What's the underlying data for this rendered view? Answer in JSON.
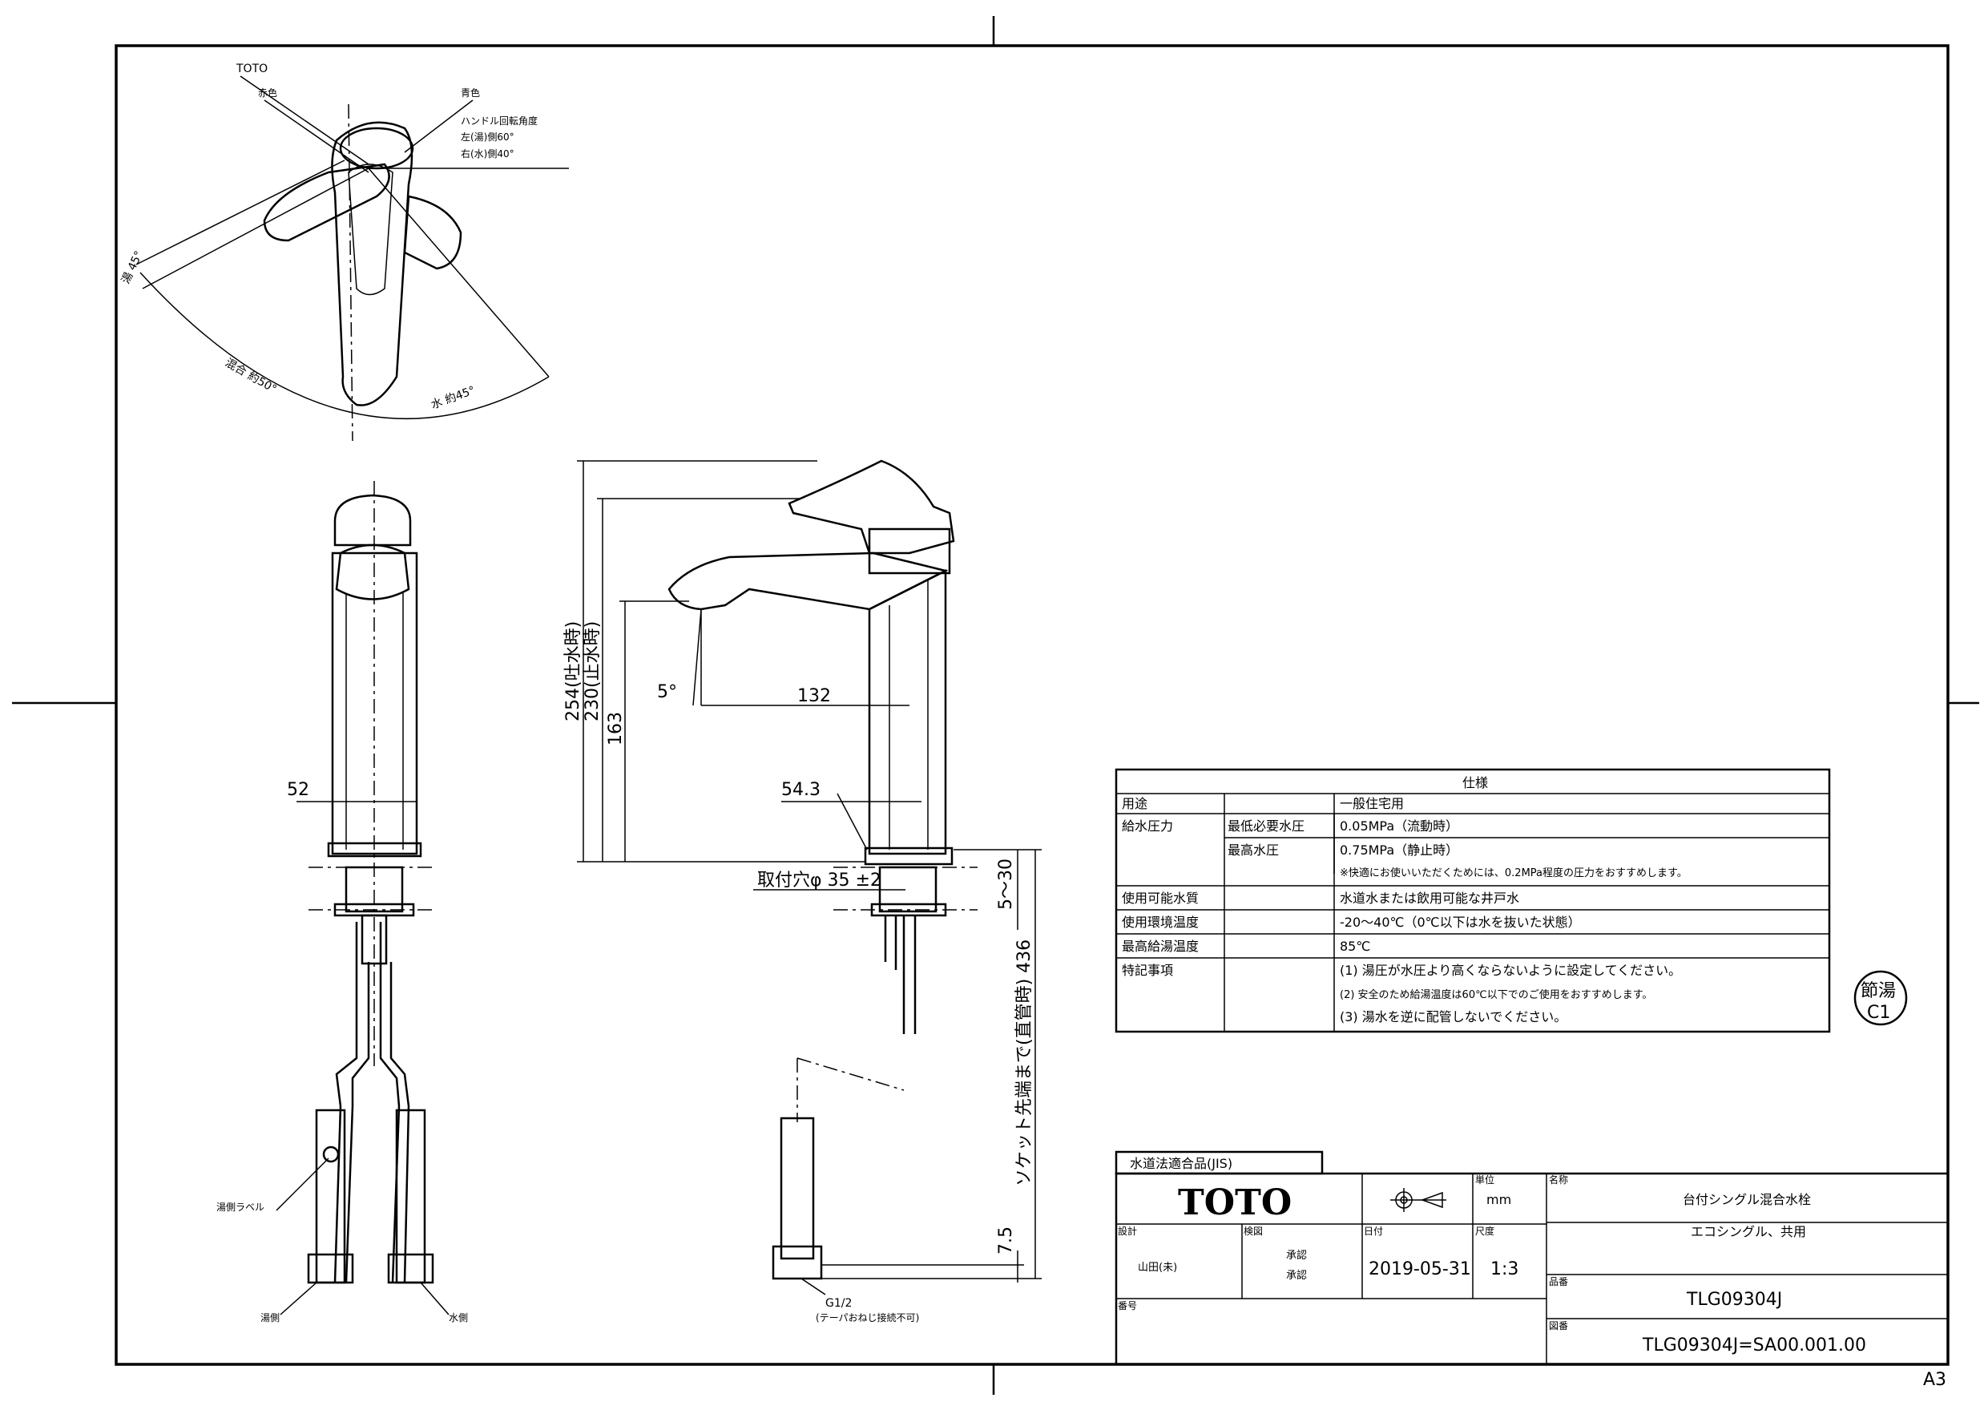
{
  "top_view": {
    "brand": "TOTO",
    "red_label": "赤色",
    "blue_label": "青色",
    "handle_angle_title": "ハンドル回転角度",
    "handle_angle_left": "左(湯)側60°",
    "handle_angle_right": "右(水)側40°",
    "hot_angle": "湯 45°",
    "mix_angle": "混合 約50°",
    "cold_angle": "水 約45°"
  },
  "front_view": {
    "width_dim": "52",
    "hot_label": "湯側ラベル",
    "hot_side": "湯側",
    "cold_side": "水側"
  },
  "side_view": {
    "h_total": "254(吐水時)",
    "h_stop": "230(止水時)",
    "h_spout": "163",
    "spout_angle": "5°",
    "reach": "132",
    "offset": "54.3",
    "hole": "取付穴φ 35 ±2",
    "deck": "5～30",
    "socket": "ソケット先端まで(直管時) 436",
    "bottom": "7.5",
    "thread": "G1/2",
    "thread_note": "(テーパおねじ接続不可)"
  },
  "spec_table": {
    "title": "仕様",
    "rows": [
      {
        "label": "用途",
        "sub": "",
        "value": "一般住宅用"
      },
      {
        "label": "給水圧力",
        "sub": "最低必要水圧",
        "value": "0.05MPa（流動時）"
      },
      {
        "label": "",
        "sub": "最高水圧",
        "value": "0.75MPa（静止時）"
      },
      {
        "label": "",
        "sub": "",
        "value": "※快適にお使いいただくためには、0.2MPa程度の圧力をおすすめします。"
      },
      {
        "label": "使用可能水質",
        "sub": "",
        "value": "水道水または飲用可能な井戸水"
      },
      {
        "label": "使用環境温度",
        "sub": "",
        "value": "-20～40℃（0℃以下は水を抜いた状態）"
      },
      {
        "label": "最高給湯温度",
        "sub": "",
        "value": "85℃"
      },
      {
        "label": "特記事項",
        "sub": "",
        "value": "(1) 湯圧が水圧より高くならないように設定してください。"
      },
      {
        "label": "",
        "sub": "",
        "value": "(2) 安全のため給湯温度は60℃以下でのご使用をおすすめします。"
      },
      {
        "label": "",
        "sub": "",
        "value": "(3) 湯水を逆に配管しないでください。"
      }
    ]
  },
  "eco_mark": {
    "top": "節湯",
    "bottom": "C1"
  },
  "title_block": {
    "compliance": "水道法適合品(JIS)",
    "logo": "TOTO",
    "unit_label": "単位",
    "unit": "mm",
    "name_label": "名称",
    "name": "台付シングル混合水栓",
    "subname": "エコシングル、共用",
    "design_label": "設計",
    "designer": "山田(未)",
    "check_label": "検図",
    "check1": "承認",
    "check2": "承認",
    "date_label": "日付",
    "date": "2019-05-31",
    "scale_label": "尺度",
    "scale": "1:3",
    "model_label": "品番",
    "model": "TLG09304J",
    "drawing_label": "図番",
    "drawing_no": "TLG09304J=SA00.001.00",
    "rev_label": "番号"
  },
  "sheet_size": "A3"
}
